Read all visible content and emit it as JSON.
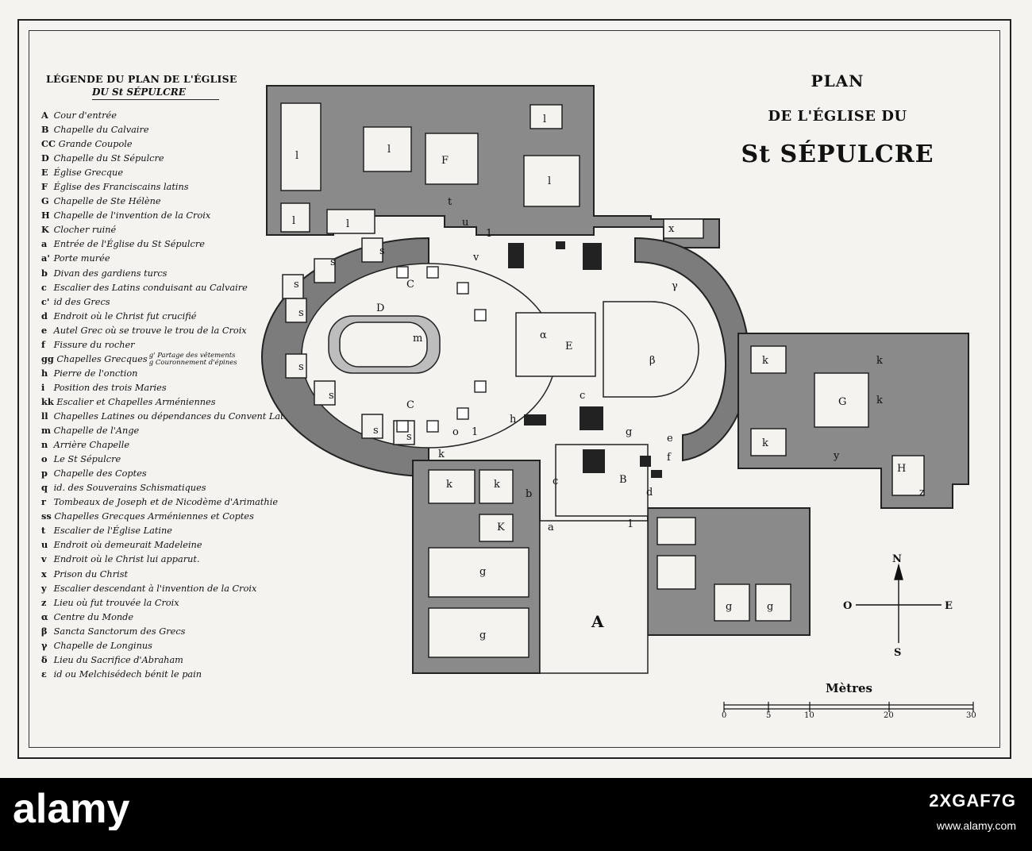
{
  "legend": {
    "title": "LÉGENDE DU PLAN DE L'ÉGLISE",
    "subtitle": "DU St SÉPULCRE",
    "items": [
      {
        "key": "A",
        "text": "Cour d'entrée"
      },
      {
        "key": "B",
        "text": "Chapelle du Calvaire"
      },
      {
        "key": "CC",
        "text": "Grande Coupole"
      },
      {
        "key": "D",
        "text": "Chapelle du St Sépulcre"
      },
      {
        "key": "E",
        "text": "Église Grecque"
      },
      {
        "key": "F",
        "text": "Église des Franciscains latins"
      },
      {
        "key": "G",
        "text": "Chapelle de Ste Hélène"
      },
      {
        "key": "H",
        "text": "Chapelle de l'invention de la Croix"
      },
      {
        "key": "K",
        "text": "Clocher ruiné"
      },
      {
        "key": "a",
        "text": "Entrée de l'Église du St Sépulcre"
      },
      {
        "key": "a'",
        "text": "Porte murée"
      },
      {
        "key": "b",
        "text": "Divan des gardiens turcs"
      },
      {
        "key": "c",
        "text": "Escalier des Latins conduisant au Calvaire"
      },
      {
        "key": "c'",
        "text": "id des Grecs"
      },
      {
        "key": "d",
        "text": "Endroit où le Christ fut crucifié"
      },
      {
        "key": "e",
        "text": "Autel Grec où se trouve le trou de la Croix"
      },
      {
        "key": "f",
        "text": "Fissure du rocher"
      },
      {
        "key": "gg",
        "text": "Chapelles Grecques",
        "sub1": "g' Partage des vêtements",
        "sub2": "g Couronnement d'épines"
      },
      {
        "key": "h",
        "text": "Pierre de l'onction"
      },
      {
        "key": "i",
        "text": "Position des trois Maries"
      },
      {
        "key": "kk",
        "text": "Escalier et Chapelles Arméniennes"
      },
      {
        "key": "ll",
        "text": "Chapelles Latines ou dépendances du Convent Latin"
      },
      {
        "key": "m",
        "text": "Chapelle de l'Ange"
      },
      {
        "key": "n",
        "text": "Arrière Chapelle"
      },
      {
        "key": "o",
        "text": "Le St Sépulcre"
      },
      {
        "key": "p",
        "text": "Chapelle des Coptes"
      },
      {
        "key": "q",
        "text": "id. des Souverains Schismatiques"
      },
      {
        "key": "r",
        "text": "Tombeaux de Joseph et de Nicodème d'Arimathie"
      },
      {
        "key": "ss",
        "text": "Chapelles Grecques Arméniennes et Coptes"
      },
      {
        "key": "t",
        "text": "Escalier de l'Église Latine"
      },
      {
        "key": "u",
        "text": "Endroit où demeurait Madeleine"
      },
      {
        "key": "v",
        "text": "Endroit où le Christ lui apparut."
      },
      {
        "key": "x",
        "text": "Prison du Christ"
      },
      {
        "key": "y",
        "text": "Escalier descendant à l'invention de la Croix"
      },
      {
        "key": "z",
        "text": "Lieu où fut trouvée la Croix"
      },
      {
        "key": "α",
        "text": "Centre du Monde"
      },
      {
        "key": "β",
        "text": "Sancta Sanctorum des Grecs"
      },
      {
        "key": "γ",
        "text": "Chapelle de Longinus"
      },
      {
        "key": "δ",
        "text": "Lieu du Sacrifice d'Abraham"
      },
      {
        "key": "ε",
        "text": "id ou Melchisédech bénit le pain"
      }
    ]
  },
  "title": {
    "line1": "PLAN",
    "line2": "DE L'ÉGLISE DU",
    "line3": "St SÉPULCRE"
  },
  "map_labels": {
    "A": "A",
    "B": "B",
    "C": "C",
    "D": "D",
    "E": "E",
    "F": "F",
    "G": "G",
    "H": "H",
    "K": "K",
    "l": "l",
    "k": "k",
    "s": "s",
    "g": "g",
    "x": "x",
    "h": "h",
    "a": "a",
    "b": "b",
    "c": "c",
    "d": "d",
    "e": "e",
    "f": "f",
    "m": "m",
    "o": "o",
    "t": "t",
    "u": "u",
    "v": "v",
    "y": "y",
    "z": "z",
    "alpha": "α",
    "beta": "β",
    "gamma": "γ",
    "one": "1"
  },
  "compass": {
    "n": "N",
    "s": "S",
    "e": "E",
    "o": "O"
  },
  "scale": {
    "title": "Mètres",
    "ticks": [
      "0",
      "5",
      "10",
      "20",
      "30"
    ]
  },
  "watermark": {
    "brand": "alamy",
    "image_id": "2XGAF7G",
    "url": "www.alamy.com"
  }
}
